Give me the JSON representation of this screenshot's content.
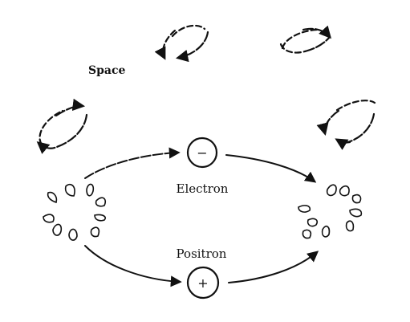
{
  "figure": {
    "space_label": "Space",
    "electron_label": "Electron",
    "positron_label": "Positron",
    "electron_symbol": "−",
    "positron_symbol": "+"
  }
}
